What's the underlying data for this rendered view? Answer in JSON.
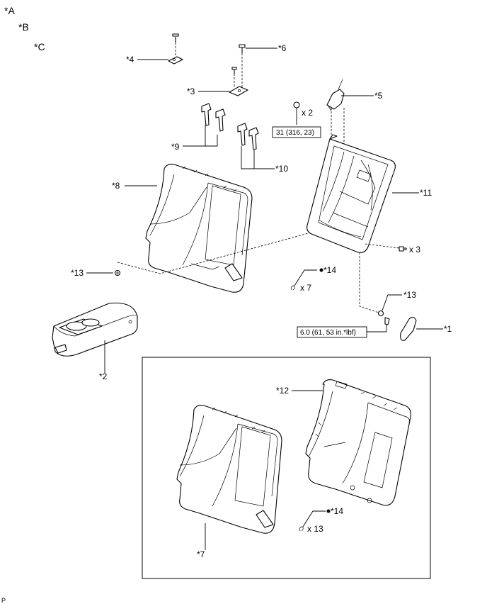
{
  "view_labels": [
    "*A",
    "*B",
    "*C"
  ],
  "parts": {
    "p1": "*1",
    "p2": "*2",
    "p3": "*3",
    "p4": "*4",
    "p5": "*5",
    "p6": "*6",
    "p7": "*7",
    "p8": "*8",
    "p9": "*9",
    "p10": "*10",
    "p11": "*11",
    "p12": "*12",
    "p13a": "*13",
    "p13b": "*13",
    "p14a": "*14",
    "p14b": "*14"
  },
  "quantities": {
    "q_nut": "x 2",
    "q_bolt": "x 3",
    "q_clip_top": "x 7",
    "q_clip_bottom": "x 13"
  },
  "torque": {
    "t_nut": "31 (316, 23)",
    "t_bolt": "6.0 (61, 53 in.*lbf)"
  },
  "footer_mark": "P"
}
